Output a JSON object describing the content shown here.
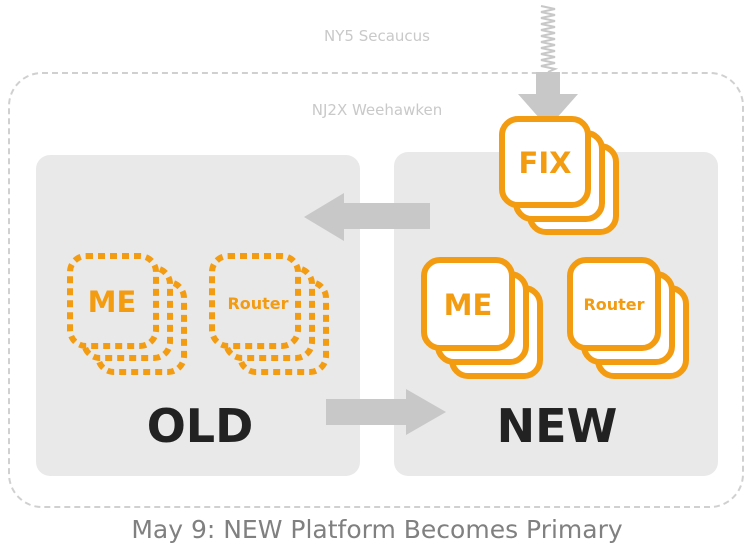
{
  "datacenters": {
    "secondary": "NY5 Secaucus",
    "primary": "NJ2X Weehawken"
  },
  "platforms": {
    "old": {
      "label": "OLD",
      "components": [
        "ME",
        "Router"
      ]
    },
    "new": {
      "label": "NEW",
      "components": [
        "ME",
        "Router"
      ]
    }
  },
  "gateway": {
    "label": "FIX"
  },
  "caption": "May 9:  NEW Platform Becomes Primary",
  "colors": {
    "accent": "#f39c12",
    "panel": "#e9e9e9",
    "arrow": "#c8c8c8",
    "text_dark": "#222222",
    "text_light": "#c9c9c9",
    "caption": "#808080"
  }
}
